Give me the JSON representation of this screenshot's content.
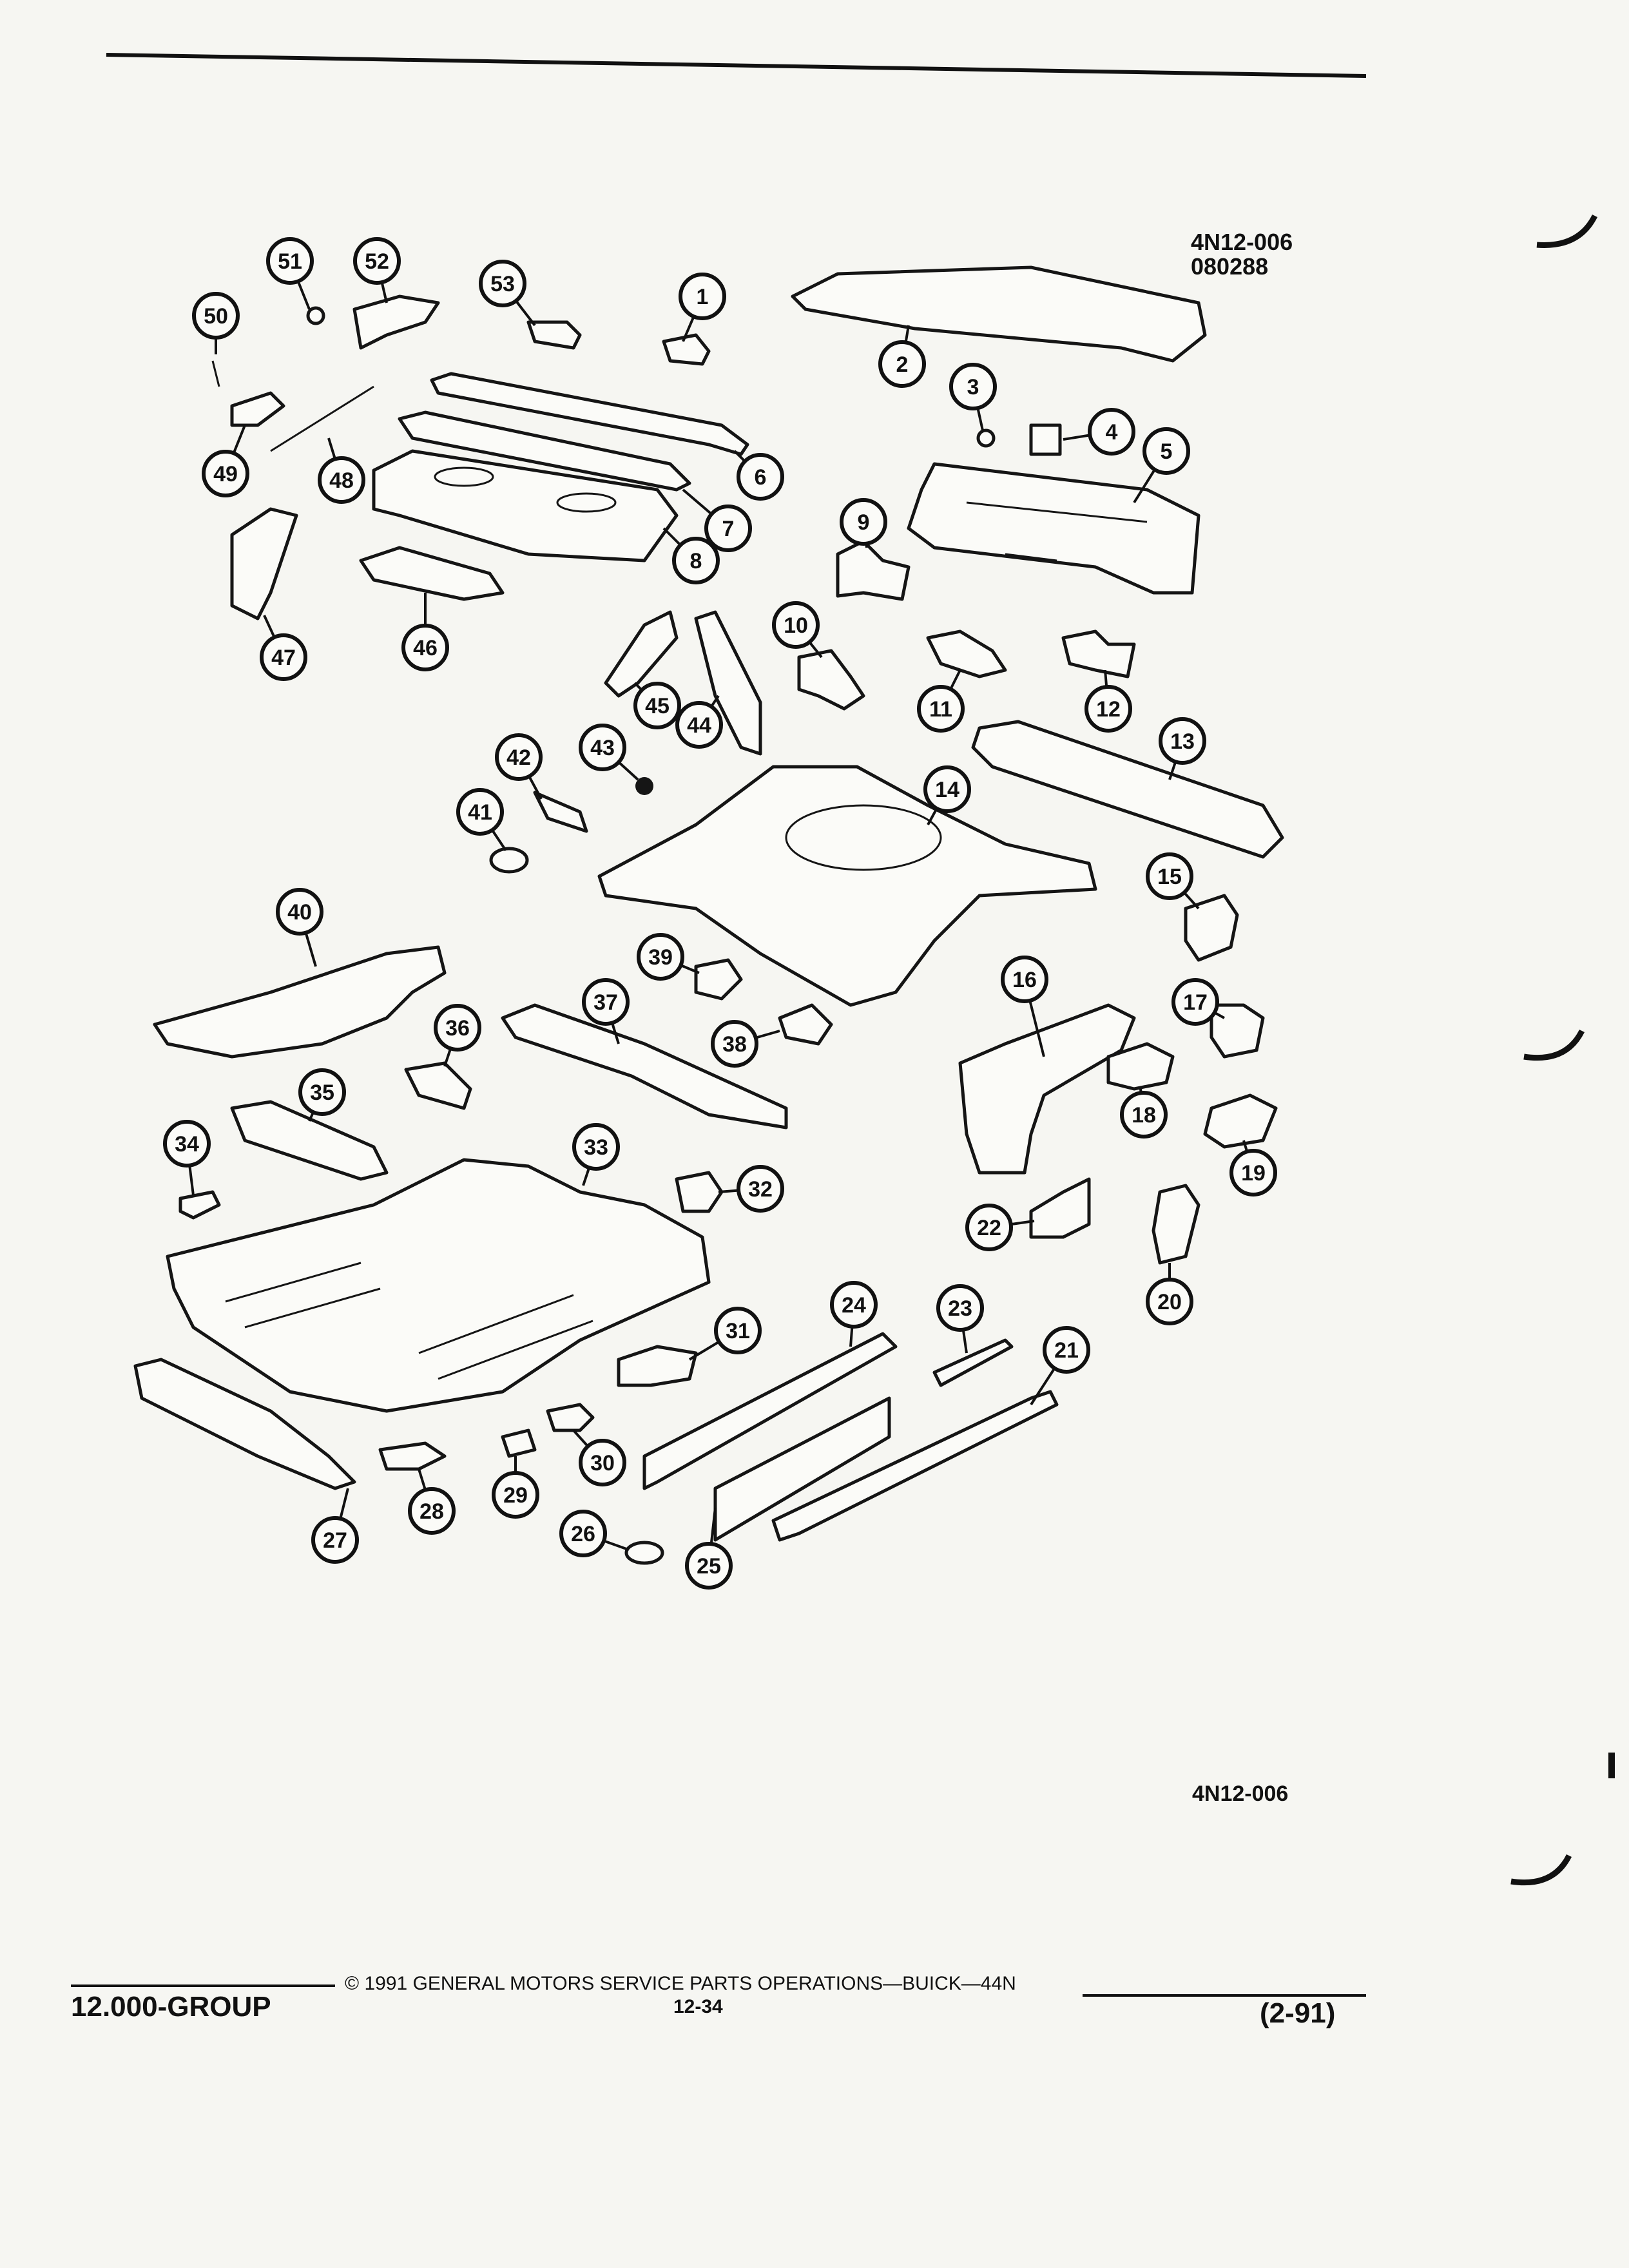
{
  "header": {
    "figure_code_top": "4N12-006",
    "date_code": "080288",
    "figure_code_bottom": "4N12-006"
  },
  "footer": {
    "group": "12.000-GROUP",
    "copyright": "© 1991 GENERAL MOTORS SERVICE PARTS OPERATIONS—BUICK—44N",
    "page_number": "12-34",
    "revision": "(2-91)"
  },
  "callouts": [
    {
      "n": "1"
    },
    {
      "n": "2"
    },
    {
      "n": "3"
    },
    {
      "n": "4"
    },
    {
      "n": "5"
    },
    {
      "n": "6"
    },
    {
      "n": "7"
    },
    {
      "n": "8"
    },
    {
      "n": "9"
    },
    {
      "n": "10"
    },
    {
      "n": "11"
    },
    {
      "n": "12"
    },
    {
      "n": "13"
    },
    {
      "n": "14"
    },
    {
      "n": "15"
    },
    {
      "n": "16"
    },
    {
      "n": "17"
    },
    {
      "n": "18"
    },
    {
      "n": "19"
    },
    {
      "n": "20"
    },
    {
      "n": "21"
    },
    {
      "n": "22"
    },
    {
      "n": "23"
    },
    {
      "n": "24"
    },
    {
      "n": "25"
    },
    {
      "n": "26"
    },
    {
      "n": "27"
    },
    {
      "n": "28"
    },
    {
      "n": "29"
    },
    {
      "n": "30"
    },
    {
      "n": "31"
    },
    {
      "n": "32"
    },
    {
      "n": "33"
    },
    {
      "n": "34"
    },
    {
      "n": "35"
    },
    {
      "n": "36"
    },
    {
      "n": "37"
    },
    {
      "n": "38"
    },
    {
      "n": "39"
    },
    {
      "n": "40"
    },
    {
      "n": "41"
    },
    {
      "n": "42"
    },
    {
      "n": "43"
    },
    {
      "n": "44"
    },
    {
      "n": "45"
    },
    {
      "n": "46"
    },
    {
      "n": "47"
    },
    {
      "n": "48"
    },
    {
      "n": "49"
    },
    {
      "n": "50"
    },
    {
      "n": "51"
    },
    {
      "n": "52"
    },
    {
      "n": "53"
    }
  ]
}
